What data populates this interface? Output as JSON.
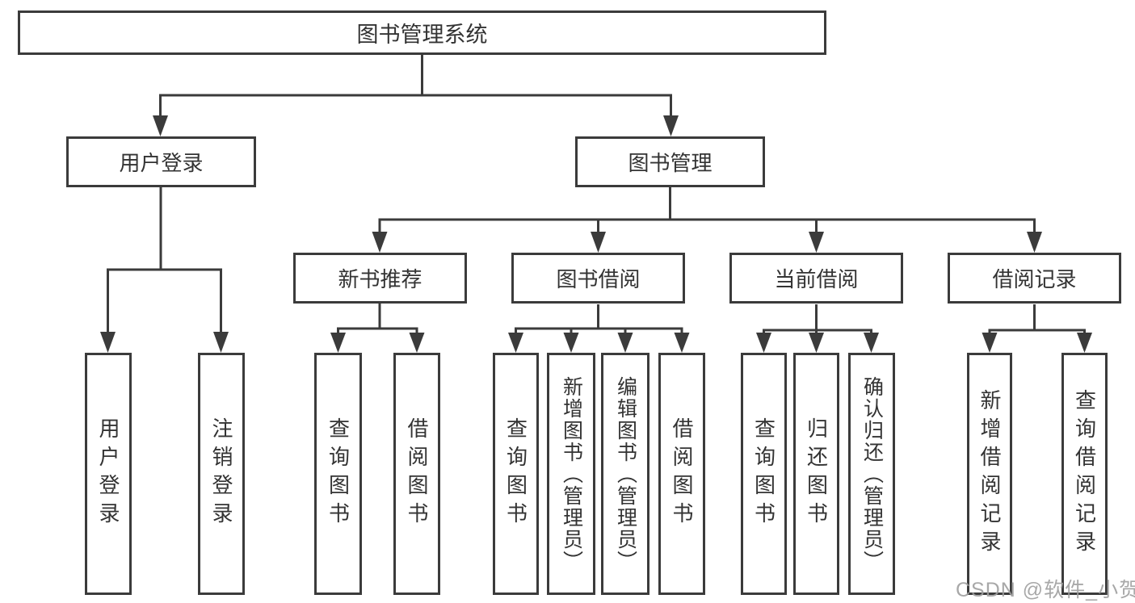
{
  "root": {
    "label": "图书管理系统"
  },
  "level2": [
    {
      "id": "user-login",
      "label": "用户登录"
    },
    {
      "id": "book-mgmt",
      "label": "图书管理"
    }
  ],
  "level3": [
    {
      "id": "new-book",
      "label": "新书推荐"
    },
    {
      "id": "book-borrow",
      "label": "图书借阅"
    },
    {
      "id": "current-borrow",
      "label": "当前借阅"
    },
    {
      "id": "borrow-record",
      "label": "借阅记录"
    }
  ],
  "leaves": {
    "user_login": [
      "用户登录",
      "注销登录"
    ],
    "new_book": [
      "查询图书",
      "借阅图书"
    ],
    "book_borrow": [
      "查询图书",
      "新增图书（管理员）",
      "编辑图书（管理员）",
      "借阅图书"
    ],
    "current_borrow": [
      "查询图书",
      "归还图书",
      "确认归还（管理员）"
    ],
    "borrow_record": [
      "新增借阅记录",
      "查询借阅记录"
    ]
  },
  "watermark": "CSDN @软件_小贺同学",
  "colors": {
    "line": "#3b3b3b",
    "border": "#3b3b3b",
    "text": "#333333",
    "watermark": "#9e9e9e",
    "background": "#ffffff"
  }
}
